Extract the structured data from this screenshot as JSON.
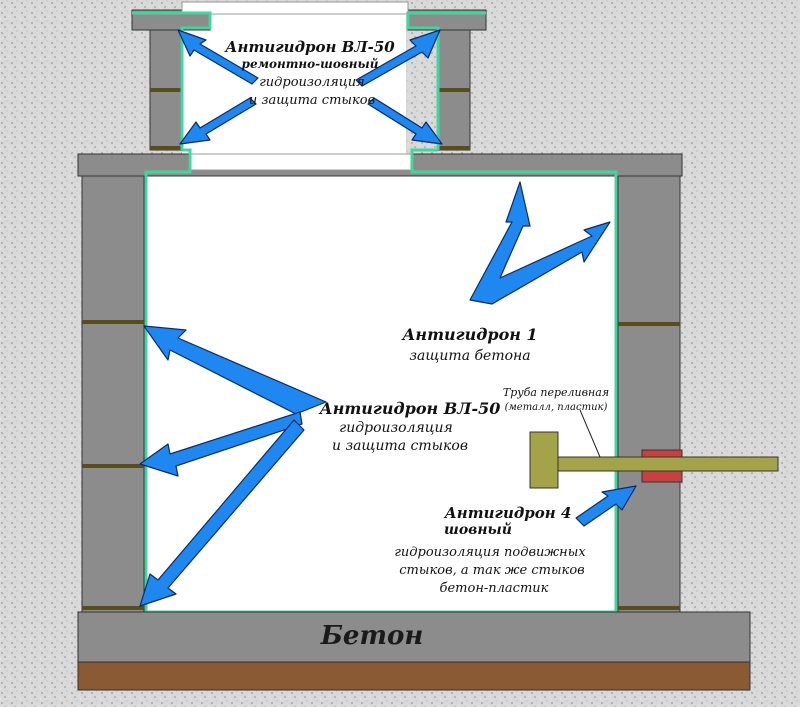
{
  "colors": {
    "soil": "#d6d6d6",
    "block": "#8c8c8c",
    "block_dark": "#7a7a7a",
    "mortar": "#5a4d1c",
    "coating": "#3fd6a0",
    "arrow": "#1e88f0",
    "arrow_stroke": "#0a2a6a",
    "base_earth": "#8a5a35",
    "pipe": "#a3a34a",
    "seal": "#c94040"
  },
  "labels": {
    "top_title": "Антигидрон ВЛ-50",
    "top_subtitle": "ремонтно-шовный",
    "top_line1": "гидроизоляция",
    "top_line2": "и защита стыков",
    "right_title": "Антигидрон 1",
    "right_line1": "защита бетона",
    "pipe_line1": "Труба переливная",
    "pipe_line2": "(металл, пластик)",
    "mid_title": "Антигидрон ВЛ-50",
    "mid_line1": "гидроизоляция",
    "mid_line2": "и защита стыков",
    "seam_title": "Антигидрон 4",
    "seam_subtitle": "шовный",
    "seam_line1": "гидроизоляция подвижных",
    "seam_line2": "стыков, а так же стыков",
    "seam_line3": "бетон-пластик",
    "base": "Бетон"
  }
}
